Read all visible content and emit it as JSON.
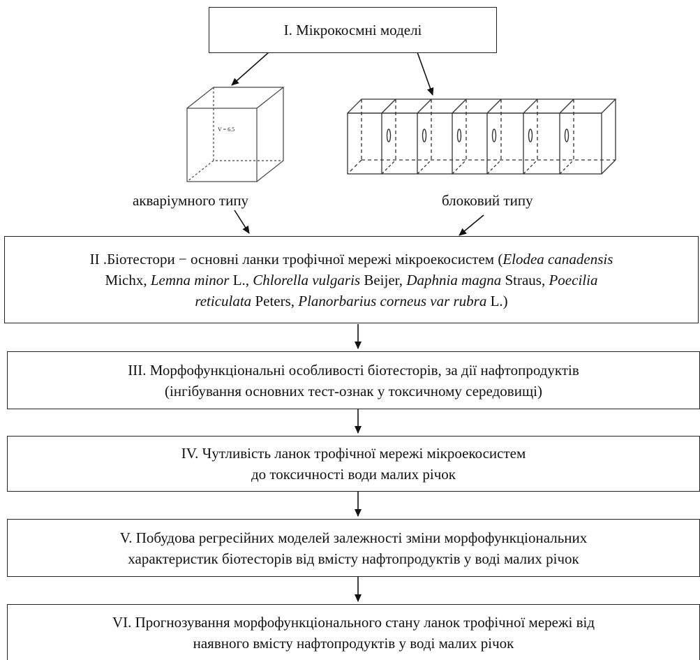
{
  "box1": {
    "text": "I. Мікрокосмні моделі"
  },
  "labels": {
    "aquarium": "акваріумного типу",
    "block": "блоковий типу",
    "cube_note": "V = 6.5"
  },
  "box2": {
    "l1_a": "II .Біотестори − основні ланки трофічної мережі мікроекосистем (",
    "l1_b": "Elodea canadensis",
    "l2_a": "Michx, ",
    "l2_b": "Lemna minor",
    "l2_c": " L., ",
    "l2_d": "Chlorella vulgaris",
    "l2_e": " Beijer, ",
    "l2_f": "Daphnia magna",
    "l2_g": " Straus, ",
    "l2_h": "Poecilia",
    "l3_a": "reticulata",
    "l3_b": " Peters, ",
    "l3_c": "Planorbarius corneus var rubra",
    "l3_d": " L.)"
  },
  "box3": {
    "line1": "III. Морфофункціональні особливості біотесторів, за дії нафтопродуктів",
    "line2": "(інгібування основних тест-ознак у токсичному середовищі)"
  },
  "box4": {
    "line1": "IV. Чутливість ланок трофічної мережі мікроекосистем",
    "line2": "до токсичності води малих річок"
  },
  "box5": {
    "line1": "V. Побудова регресійних моделей залежності зміни  морфофункціональних",
    "line2": "характеристик біотесторів від вмісту нафтопродуктів у воді малих річок"
  },
  "box6": {
    "line1": "VI. Прогнозування морфофункціонального стану ланок трофічної мережі від",
    "line2": "наявного вмісту нафтопродуктів у воді малих річок"
  }
}
